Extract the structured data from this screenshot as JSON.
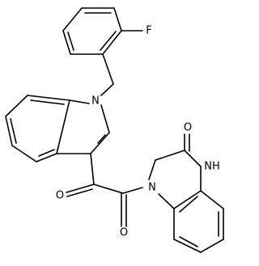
{
  "molecule": {
    "atom_labels": {
      "fluorine": "F",
      "indole_nitrogen": "N",
      "ketone_oxygen": "O",
      "amide_oxygen": "O",
      "lactam_oxygen": "O",
      "quinoxaline_n1": "N",
      "quinoxaline_nh": "NH"
    }
  },
  "colors": {
    "bond": "#000000",
    "label": "#000000",
    "background": "#ffffff"
  }
}
